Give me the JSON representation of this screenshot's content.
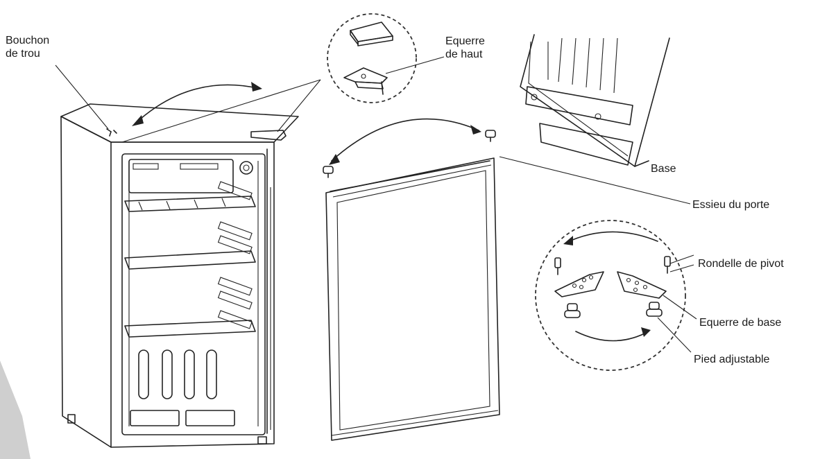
{
  "labels": {
    "bouchon_line1": "Bouchon",
    "bouchon_line2": "de trou",
    "equerre_haut_line1": "Equerre",
    "equerre_haut_line2": "de haut",
    "base": "Base",
    "essieu": "Essieu du porte",
    "rondelle": "Rondelle de pivot",
    "equerre_base": "Equerre de base",
    "pied": "Pied adjustable"
  },
  "colors": {
    "line": "#222222",
    "background": "#ffffff",
    "corner_shade": "#cfcfcf"
  }
}
